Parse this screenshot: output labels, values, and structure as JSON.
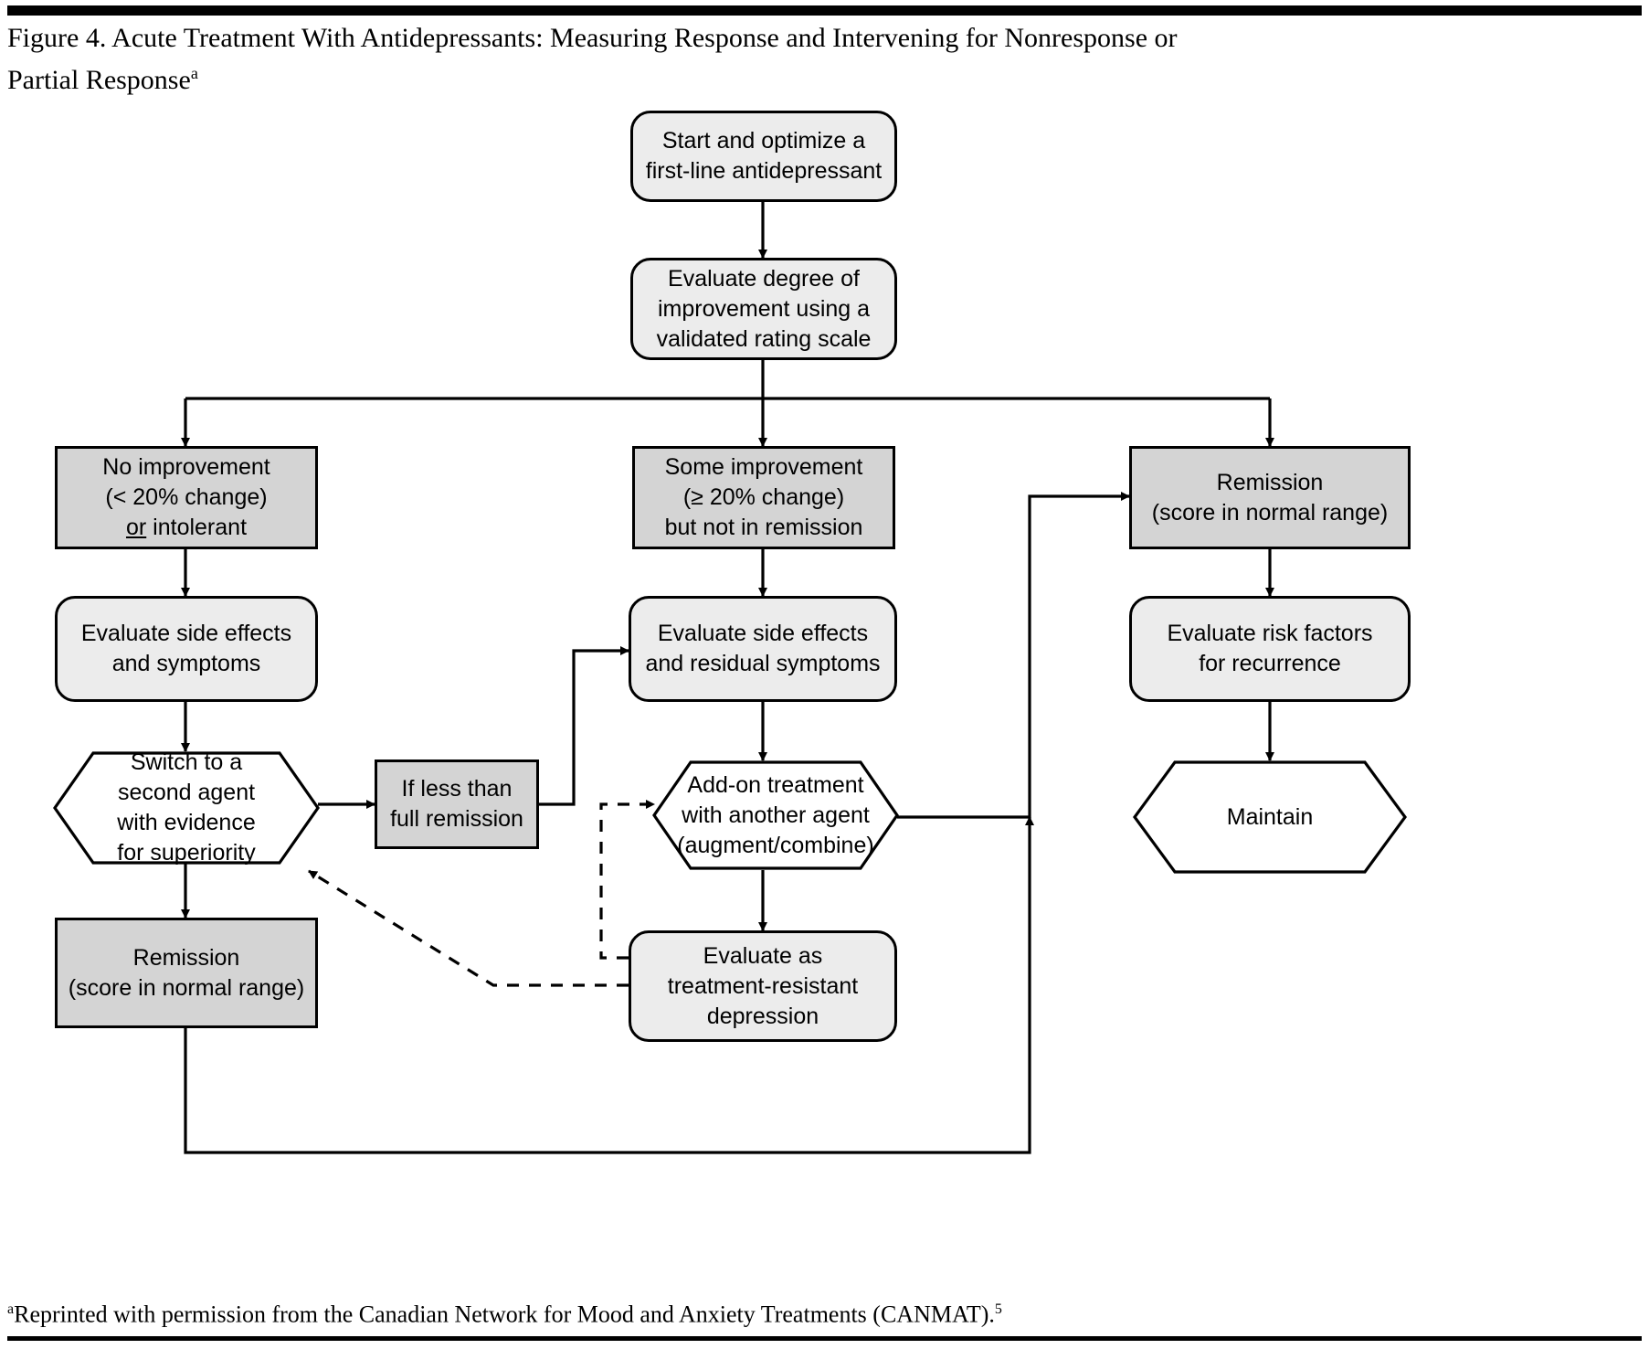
{
  "figure": {
    "title_line1": "Figure 4. Acute Treatment With Antidepressants: Measuring Response and Intervening for Nonresponse or",
    "title_line2": "Partial Response",
    "title_superscript": "a",
    "footnote_marker": "a",
    "footnote_text": "Reprinted with permission from the Canadian Network for Mood and Anxiety Treatments (CANMAT).",
    "footnote_superscript": "5"
  },
  "colors": {
    "rule": "#000000",
    "rounded_fill": "#ececec",
    "shaded_fill": "#d4d4d4",
    "hex_fill": "#ffffff",
    "stroke": "#000000",
    "page": "#ffffff"
  },
  "nodes": {
    "start": {
      "shape": "rounded-rect",
      "lines": [
        "Start and optimize a",
        "first-line antidepressant"
      ]
    },
    "evaluate_degree": {
      "shape": "rounded-rect",
      "lines": [
        "Evaluate degree of",
        "improvement using a",
        "validated rating scale"
      ]
    },
    "no_improvement": {
      "shape": "shaded-rect",
      "lines": [
        "No improvement",
        "(< 20% change)",
        "or intolerant"
      ],
      "underline_word": "or"
    },
    "some_improvement": {
      "shape": "shaded-rect",
      "lines": [
        "Some improvement",
        "(≥ 20% change)",
        "but not in remission"
      ]
    },
    "remission_right": {
      "shape": "shaded-rect",
      "lines": [
        "Remission",
        "(score in normal range)"
      ]
    },
    "eval_side_effects": {
      "shape": "rounded-rect",
      "lines": [
        "Evaluate side effects",
        "and symptoms"
      ]
    },
    "eval_side_residual": {
      "shape": "rounded-rect",
      "lines": [
        "Evaluate side effects",
        "and residual symptoms"
      ]
    },
    "eval_risk_factors": {
      "shape": "rounded-rect",
      "lines": [
        "Evaluate risk factors",
        "for recurrence"
      ]
    },
    "switch_agent": {
      "shape": "hexagon",
      "lines": [
        "Switch to a",
        "second agent",
        "with evidence",
        "for superiority"
      ]
    },
    "if_less_than": {
      "shape": "shaded-rect",
      "lines": [
        "If less than",
        "full remission"
      ]
    },
    "add_on": {
      "shape": "hexagon",
      "lines": [
        "Add-on treatment",
        "with another agent",
        "(augment/combine)"
      ]
    },
    "maintain": {
      "shape": "hexagon",
      "lines": [
        "Maintain"
      ]
    },
    "remission_left": {
      "shape": "shaded-rect",
      "lines": [
        "Remission",
        "(score in normal range)"
      ]
    },
    "treatment_resistant": {
      "shape": "rounded-rect",
      "lines": [
        "Evaluate as",
        "treatment-resistant",
        "depression"
      ]
    }
  },
  "edges": [
    {
      "from": "start",
      "to": "evaluate_degree",
      "style": "solid",
      "arrow": true
    },
    {
      "from": "evaluate_degree",
      "to": "no_improvement",
      "style": "solid",
      "arrow": true
    },
    {
      "from": "evaluate_degree",
      "to": "some_improvement",
      "style": "solid",
      "arrow": true
    },
    {
      "from": "evaluate_degree",
      "to": "remission_right",
      "style": "solid",
      "arrow": true
    },
    {
      "from": "no_improvement",
      "to": "eval_side_effects",
      "style": "solid",
      "arrow": true
    },
    {
      "from": "some_improvement",
      "to": "eval_side_residual",
      "style": "solid",
      "arrow": true
    },
    {
      "from": "remission_right",
      "to": "eval_risk_factors",
      "style": "solid",
      "arrow": true
    },
    {
      "from": "eval_side_effects",
      "to": "switch_agent",
      "style": "solid",
      "arrow": true
    },
    {
      "from": "eval_side_residual",
      "to": "add_on",
      "style": "solid",
      "arrow": true
    },
    {
      "from": "eval_risk_factors",
      "to": "maintain",
      "style": "solid",
      "arrow": true
    },
    {
      "from": "switch_agent",
      "to": "if_less_than",
      "style": "solid",
      "arrow": true
    },
    {
      "from": "if_less_than",
      "to": "eval_side_residual",
      "style": "solid",
      "arrow": true
    },
    {
      "from": "switch_agent",
      "to": "remission_left",
      "style": "solid",
      "arrow": true
    },
    {
      "from": "add_on",
      "to": "treatment_resistant",
      "style": "solid",
      "arrow": true
    },
    {
      "from": "add_on",
      "to": "remission_right",
      "style": "solid",
      "arrow": true
    },
    {
      "from": "treatment_resistant",
      "to": "switch_agent",
      "style": "dashed",
      "arrow": true
    },
    {
      "from": "treatment_resistant",
      "to": "add_on",
      "style": "dashed",
      "arrow": true
    },
    {
      "from": "remission_left",
      "to": "add_on",
      "style": "solid",
      "arrow": true
    }
  ]
}
